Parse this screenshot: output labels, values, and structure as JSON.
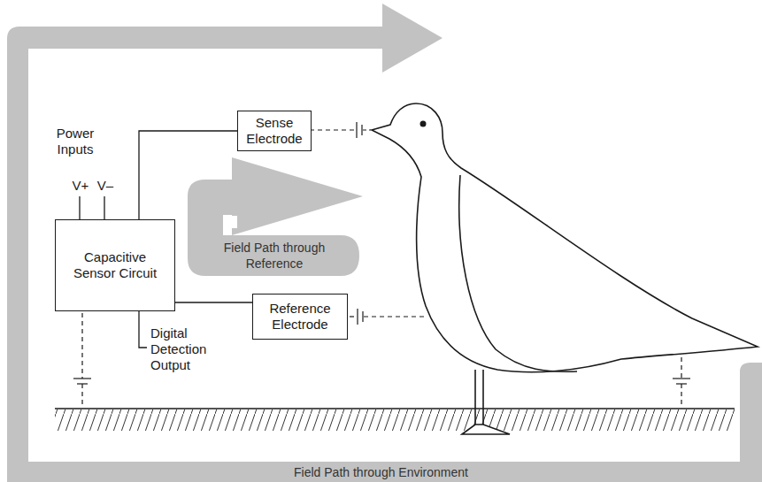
{
  "diagram": {
    "nodes": [
      {
        "text": [
          "Sense Electrode"
        ]
      },
      {
        "text": [
          "Capacitive Sensor Circuit"
        ]
      },
      {
        "text": [
          "Reference Electrode"
        ]
      }
    ],
    "edges": [
      {
        "from": 1,
        "to": 0,
        "arrow": "none"
      },
      {
        "from": 1,
        "to": 2,
        "arrow": "none"
      }
    ],
    "labels": [
      "Power Inputs",
      "V+",
      "V–",
      "Field Path through Reference",
      "Digital Detection Output",
      "Field Path through Environment"
    ]
  }
}
